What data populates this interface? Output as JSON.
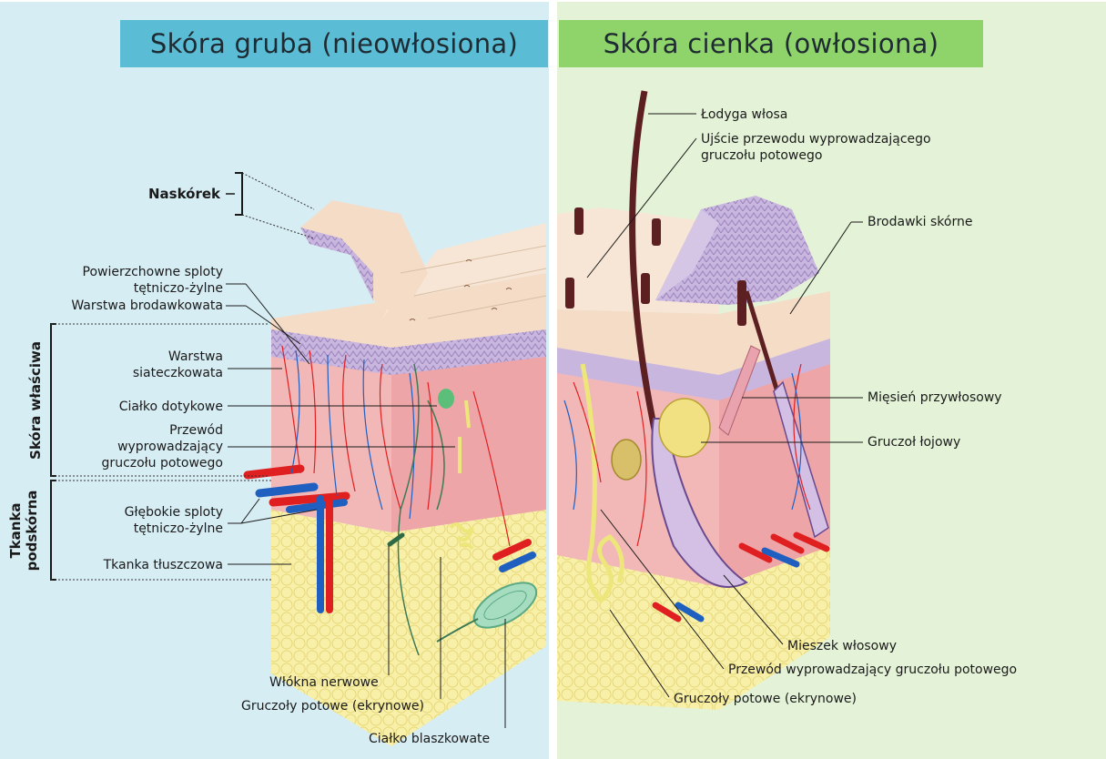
{
  "left_panel": {
    "title": "Skóra gruba (nieowłosiona)",
    "labels": {
      "naskorek": "Naskórek",
      "powierzchowne_1": "Powierzchowne sploty",
      "powierzchowne_2": "tętniczo-żylne",
      "brodawkowata": "Warstwa brodawkowata",
      "siateczkowata_1": "Warstwa",
      "siateczkowata_2": "siateczkowata",
      "cialko_dotykowe": "Ciałko dotykowe",
      "przewod_1": "Przewód",
      "przewod_2": "wyprowadzający",
      "przewod_3": "gruczołu potowego",
      "glebokie_1": "Głębokie sploty",
      "glebokie_2": "tętniczo-żylne",
      "tkanka_tluszczowa": "Tkanka tłuszczowa",
      "wlokna_nerwowe": "Włókna nerwowe",
      "gruczoly_potowe": "Gruczoły potowe (ekrynowe)",
      "cialko_blaszkowate": "Ciałko blaszkowate",
      "skora_wlasciwa": "Skóra właściwa",
      "tkanka_1": "Tkanka",
      "tkanka_2": "podskórna"
    }
  },
  "right_panel": {
    "title": "Skóra cienka (owłosiona)",
    "labels": {
      "lodyga": "Łodyga włosa",
      "ujscie_1": "Ujście przewodu wyprowadzającego",
      "ujscie_2": "gruczołu potowego",
      "brodawki": "Brodawki skórne",
      "miesien": "Mięsień przywłosowy",
      "gruczol_lojowy": "Gruczoł łojowy",
      "mieszek": "Mieszek włosowy",
      "przewod": "Przewód wyprowadzający gruczołu potowego",
      "gruczoly_potowe": "Gruczoły potowe (ekrynowe)"
    }
  },
  "colors": {
    "left_bg": "#d6edf4",
    "right_bg": "#e4f3d7",
    "left_banner": "#5bbcd5",
    "right_banner": "#8fd46a",
    "epidermis": "#f4dcc6",
    "dermis": "#f2b8b8",
    "fat": "#f8f0a8",
    "artery": "#e02020",
    "vein": "#1f5fbf"
  }
}
